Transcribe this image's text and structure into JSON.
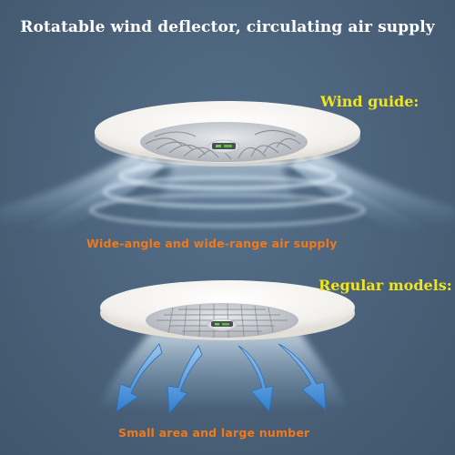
{
  "headline": "Rotatable wind deflector, circulating air supply",
  "sections": [
    {
      "label": "Wind guide:",
      "caption": "Wide-angle and wide-range air supply"
    },
    {
      "label": "Regular models:",
      "caption": "Small area and large number"
    }
  ],
  "colors": {
    "background": "#4a6179",
    "headline": "#ffffff",
    "section_label": "#f1e41c",
    "caption": "#ee7a1c",
    "air_flow": "#cfe7f6",
    "arrow": "#3a8ed8"
  }
}
